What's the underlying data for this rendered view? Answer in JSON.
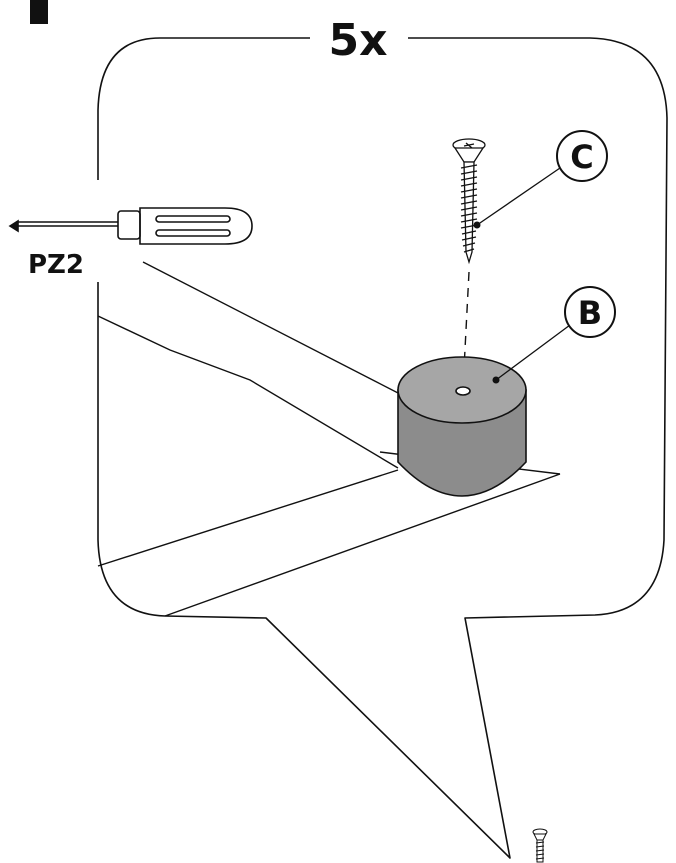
{
  "quantity_label": "5x",
  "tool_label": "PZ2",
  "parts": {
    "screw_callout": "C",
    "foot_callout": "B"
  },
  "colors": {
    "ink": "#111111",
    "foot_body": "#8c8c8c",
    "foot_top": "#a6a6a6",
    "background": "#ffffff"
  },
  "icons": [
    "step-marker-icon",
    "screwdriver-icon",
    "screw-icon",
    "furniture-foot-icon",
    "small-screw-icon"
  ]
}
